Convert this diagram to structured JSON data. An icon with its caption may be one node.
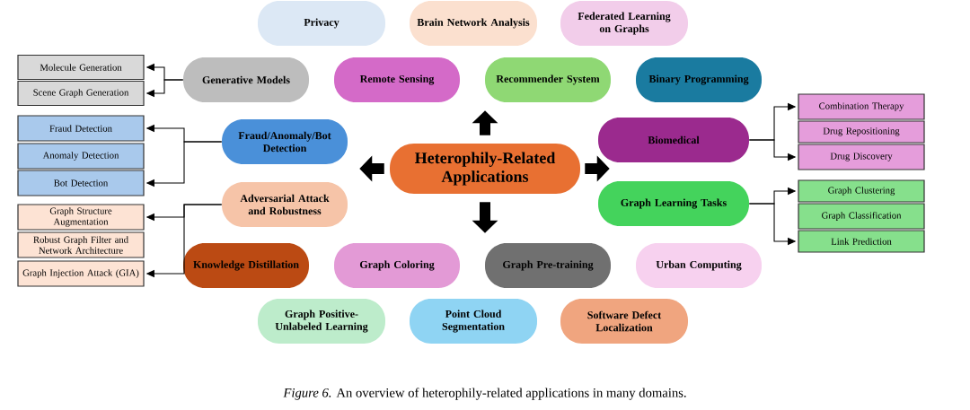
{
  "diagram": {
    "caption": "*Figure 6.* An overview of heterophily-related applications in many domains.",
    "nodes": [
      {
        "text": [
          "Privacy"
        ]
      },
      {
        "text": [
          "Brain Network Analysis"
        ]
      },
      {
        "text": [
          "Federated Learning on Graphs"
        ]
      },
      {
        "text": [
          "Generative Models"
        ]
      },
      {
        "text": [
          "Remote Sensing"
        ]
      },
      {
        "text": [
          "Recommender System"
        ]
      },
      {
        "text": [
          "Binary Programming"
        ]
      },
      {
        "text": [
          "Molecule Generation"
        ]
      },
      {
        "text": [
          "Scene Graph Generation"
        ]
      },
      {
        "text": [
          "Fraud/Anomaly/Bot Detection"
        ]
      },
      {
        "text": [
          "Fraud Detection"
        ]
      },
      {
        "text": [
          "Anomaly Detection"
        ]
      },
      {
        "text": [
          "Bot Detection"
        ]
      },
      {
        "text": [
          "Heterophily-Related Applications"
        ]
      },
      {
        "text": [
          "Biomedical"
        ]
      },
      {
        "text": [
          "Combination Therapy"
        ]
      },
      {
        "text": [
          "Drug Repositioning"
        ]
      },
      {
        "text": [
          "Drug Discovery"
        ]
      },
      {
        "text": [
          "Adversarial Attack and Robustness"
        ]
      },
      {
        "text": [
          "Graph Learning Tasks"
        ]
      },
      {
        "text": [
          "Graph Clustering"
        ]
      },
      {
        "text": [
          "Graph Classification"
        ]
      },
      {
        "text": [
          "Link Prediction"
        ]
      },
      {
        "text": [
          "Graph Structure Augmentation"
        ]
      },
      {
        "text": [
          "Robust Graph Filter and Network Architecture"
        ]
      },
      {
        "text": [
          "Graph Injection Attack (GIA)"
        ]
      },
      {
        "text": [
          "Knowledge Distillation"
        ]
      },
      {
        "text": [
          "Graph Coloring"
        ]
      },
      {
        "text": [
          "Graph Pre-training"
        ]
      },
      {
        "text": [
          "Urban Computing"
        ]
      },
      {
        "text": [
          "Graph Positive-Unlabeled Learning"
        ]
      },
      {
        "text": [
          "Point Cloud Segmentation"
        ]
      },
      {
        "text": [
          "Software Defect Localization"
        ]
      }
    ],
    "edges": [
      {
        "from": 13,
        "to": 5,
        "arrow": "to",
        "style": "thick"
      },
      {
        "from": 13,
        "to": 9,
        "arrow": "to",
        "style": "thick"
      },
      {
        "from": 13,
        "to": 14,
        "arrow": "to",
        "style": "thick"
      },
      {
        "from": 13,
        "to": 28,
        "arrow": "to",
        "style": "thick"
      },
      {
        "from": 3,
        "to": 7,
        "arrow": "to"
      },
      {
        "from": 3,
        "to": 8,
        "arrow": "to"
      },
      {
        "from": 9,
        "to": 10,
        "arrow": "to"
      },
      {
        "from": 9,
        "to": 12,
        "arrow": "to"
      },
      {
        "from": 18,
        "to": 23,
        "arrow": "to"
      },
      {
        "from": 18,
        "to": 25,
        "arrow": "to"
      },
      {
        "from": 14,
        "to": 15,
        "arrow": "to"
      },
      {
        "from": 14,
        "to": 17,
        "arrow": "to"
      },
      {
        "from": 19,
        "to": 20,
        "arrow": "to"
      },
      {
        "from": 19,
        "to": 22,
        "arrow": "to"
      }
    ]
  }
}
